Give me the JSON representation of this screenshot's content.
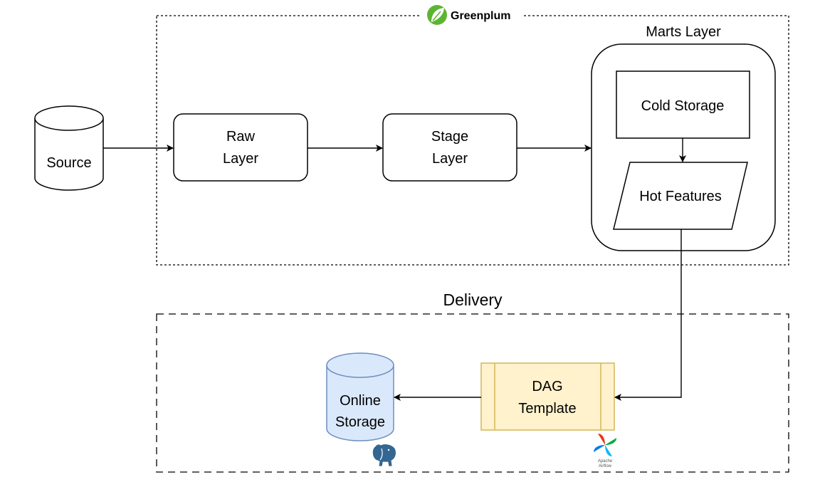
{
  "diagram": {
    "source": {
      "label": "Source"
    },
    "raw_layer": {
      "line1": "Raw",
      "line2": "Layer"
    },
    "stage_layer": {
      "line1": "Stage",
      "line2": "Layer"
    },
    "greenplum": {
      "label": "Greenplum",
      "logo_icon": "greenplum-leaf-icon",
      "color": "#5cb531"
    },
    "marts_layer": {
      "title": "Marts Layer"
    },
    "cold_storage": {
      "label": "Cold Storage"
    },
    "hot_features": {
      "label": "Hot Features"
    },
    "delivery": {
      "title": "Delivery"
    },
    "dag_template": {
      "line1": "DAG",
      "line2": "Template",
      "fill": "#fff2cc",
      "stroke": "#d6b656"
    },
    "online_storage": {
      "line1": "Online",
      "line2": "Storage",
      "fill": "#dae8fc",
      "stroke": "#6c8ebf"
    },
    "airflow": {
      "icon": "apache-airflow-icon",
      "line1": "Apache",
      "line2": "Airflow"
    },
    "postgres": {
      "icon": "postgresql-elephant-icon"
    }
  }
}
